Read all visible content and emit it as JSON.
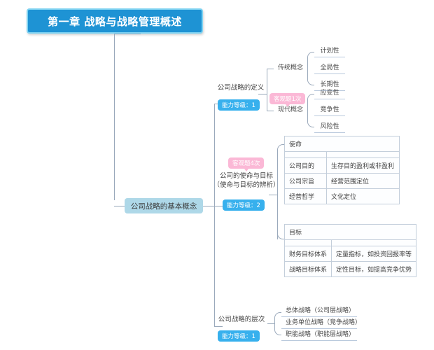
{
  "colors": {
    "title_bg": "#1e93d4",
    "title_border": "#7fd3f2",
    "center_bg": "#aed8e8",
    "badge_blue": "#37b0ed",
    "badge_pink": "#fbb8d6",
    "line": "#9aa9bb",
    "table_border": "#c3cedb"
  },
  "title": {
    "text": "第一章 战略与战略管理概述"
  },
  "center": {
    "text": "公司战略的基本概念"
  },
  "branches": {
    "definition": {
      "label": "公司战略的定义",
      "level_badge": "能力等级：1",
      "question_badge": "客观题1次",
      "groups": [
        {
          "name": "传统概念",
          "items": [
            "计划性",
            "全局性",
            "长期性"
          ]
        },
        {
          "name": "现代概念",
          "items": [
            "应变性",
            "竞争性",
            "风险性"
          ]
        }
      ]
    },
    "mission": {
      "label_line1": "公司的使命与目标",
      "label_line2": "（使命与目标的辨析）",
      "level_badge": "能力等级：2",
      "question_badge": "客观题4次",
      "tables": [
        {
          "header": "使命",
          "rows": [
            [
              "公司目的",
              "生存目的盈利或非盈利"
            ],
            [
              "公司宗旨",
              "经营范围定位"
            ],
            [
              "经营哲学",
              "文化定位"
            ]
          ]
        },
        {
          "header": "目标",
          "rows": [
            [
              "财务目标体系",
              "定量指标，如投资回报率等"
            ],
            [
              "战略目标体系",
              "定性目标，如提高竞争优势"
            ]
          ]
        }
      ]
    },
    "levels": {
      "label": "公司战略的层次",
      "level_badge": "能力等级：1",
      "items": [
        "总体战略（公司层战略）",
        "业务单位战略（竞争战略）",
        "职能战略（职能层战略）"
      ]
    }
  }
}
